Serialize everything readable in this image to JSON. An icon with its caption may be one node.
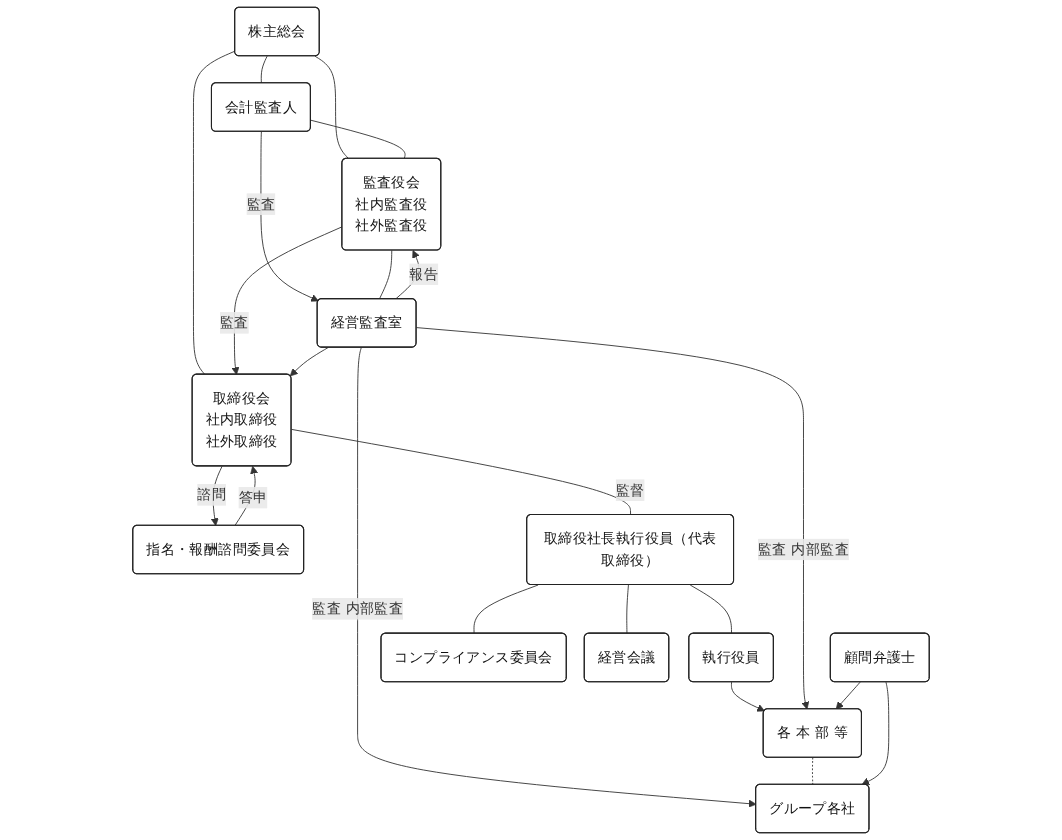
{
  "diagram": {
    "nodes": [
      {
        "text": [
          "株主総会"
        ]
      },
      {
        "text": [
          "会計監査人"
        ]
      },
      {
        "text": [
          "監査役会",
          "社内監査役",
          "社外監査役"
        ]
      },
      {
        "text": [
          "取締役会",
          "社内取締役",
          "社外取締役"
        ]
      },
      {
        "text": [
          "指名・報酬諮問委員会"
        ]
      },
      {
        "text": [
          "顧問弁護士"
        ]
      },
      {
        "text": [
          "取締役社長執行役員（代表取締役）"
        ]
      },
      {
        "text": [
          "コンプライアンス委員会"
        ]
      },
      {
        "text": [
          "経営監査室"
        ]
      },
      {
        "text": [
          "経営会議"
        ]
      },
      {
        "text": [
          "執行役員"
        ]
      },
      {
        "text": [
          "各 本 部 等"
        ]
      },
      {
        "text": [
          "グループ各社"
        ]
      }
    ],
    "edges": [
      {
        "from": 0,
        "to": 1,
        "arrow": "none"
      },
      {
        "from": 0,
        "to": 2,
        "arrow": "none"
      },
      {
        "from": 0,
        "to": 3,
        "arrow": "none"
      },
      {
        "from": 1,
        "to": 2,
        "arrow": "none"
      },
      {
        "from": 2,
        "to": 3,
        "arrow": "to",
        "label": "監査"
      },
      {
        "from": 3,
        "to": 4,
        "arrow": "to",
        "label": "諮問"
      },
      {
        "from": 4,
        "to": 3,
        "arrow": "to",
        "label": "答申"
      },
      {
        "from": 3,
        "to": 6,
        "arrow": "none",
        "label": "監督"
      },
      {
        "from": 8,
        "to": 2,
        "arrow": "to",
        "label": "報告"
      },
      {
        "from": 8,
        "to": 3,
        "arrow": "to"
      },
      {
        "from": 1,
        "to": 8,
        "arrow": "to",
        "label": "監査"
      },
      {
        "from": 2,
        "to": 8,
        "arrow": "none"
      },
      {
        "from": 6,
        "to": 7,
        "arrow": "none"
      },
      {
        "from": 6,
        "to": 9,
        "arrow": "none"
      },
      {
        "from": 6,
        "to": 10,
        "arrow": "none"
      },
      {
        "from": 10,
        "to": 11,
        "arrow": "to"
      },
      {
        "from": 8,
        "to": 11,
        "arrow": "to",
        "label": "監査 内部監査"
      },
      {
        "from": 8,
        "to": 12,
        "arrow": "to",
        "label": "監査 内部監査"
      },
      {
        "from": 11,
        "to": 12,
        "arrow": "none",
        "style": "dashed"
      },
      {
        "from": 5,
        "to": 11,
        "arrow": "to"
      },
      {
        "from": 5,
        "to": 12,
        "arrow": "to"
      }
    ]
  }
}
